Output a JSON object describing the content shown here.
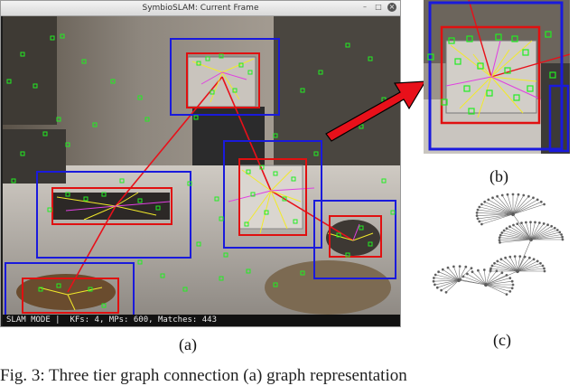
{
  "window": {
    "title": "SymbioSLAM: Current Frame",
    "close_glyph": "×",
    "maximize_glyph": "□",
    "minimize_glyph": "–"
  },
  "status": {
    "text": "SLAM MODE |  KFs: 4, MPs: 600, Matches: 443"
  },
  "captions": {
    "a": "(a)",
    "b": "(b)",
    "c": "(c)"
  },
  "figure_caption": "Fig. 3: Three tier graph connection (a) graph representation",
  "colors": {
    "blue_box": "#1a1adc",
    "red_box": "#e01010",
    "feature_green": "#22ee22",
    "link_yellow": "#f2ea2a",
    "link_magenta": "#e040e0",
    "arrow_red": "#e8101a"
  },
  "icons": {
    "close": "close-icon",
    "maximize": "maximize-icon",
    "minimize": "minimize-icon"
  }
}
